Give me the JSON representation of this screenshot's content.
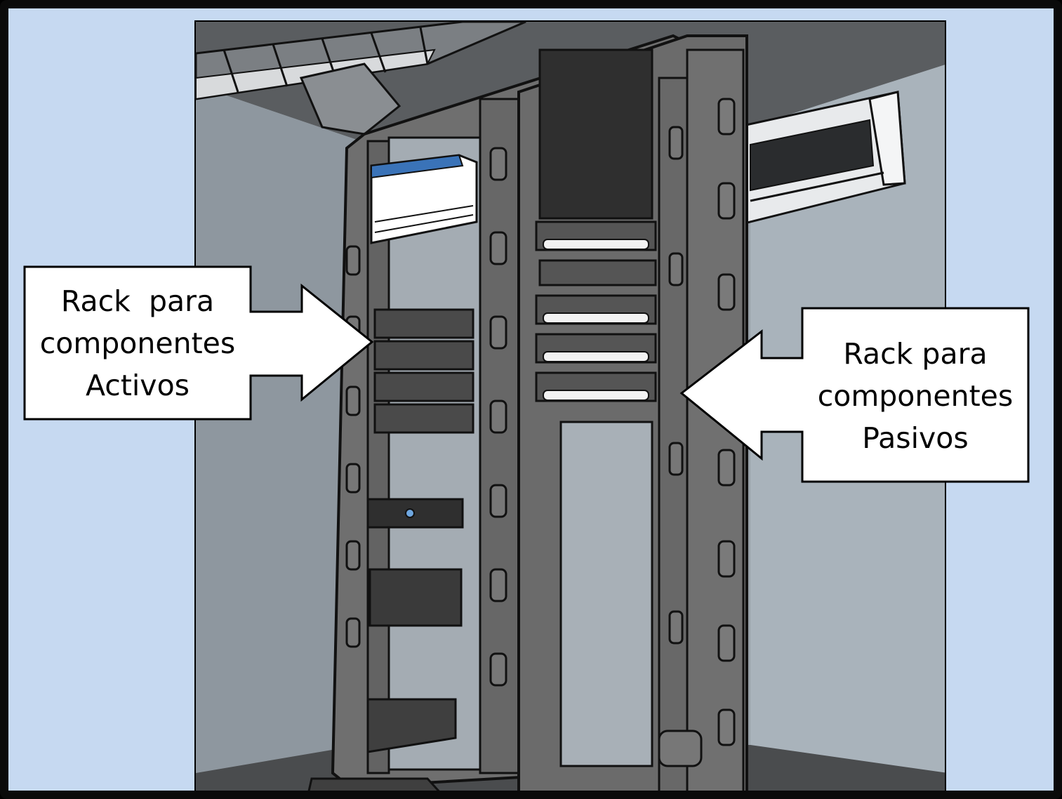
{
  "callouts": {
    "active": {
      "lines": [
        "Rack  para",
        "componentes",
        "Activos"
      ]
    },
    "passive": {
      "lines": [
        "Rack para",
        "componentes",
        "Pasivos"
      ]
    }
  },
  "colors": {
    "page_background": "#c6d9f1",
    "frame_border": "#0a0a0a",
    "rack_frame": "#6f6f6f",
    "rack_dark": "#3f3f3f",
    "wall_left": "#8e979f",
    "wall_right": "#a9b3bb",
    "ceiling": "#5a5d60",
    "floor": "#4a4c4e",
    "switch_accent": "#3a73b8",
    "callout_fill": "#ffffff"
  },
  "icons": {
    "active_arrow": "arrow-right-icon",
    "passive_arrow": "arrow-left-icon"
  }
}
